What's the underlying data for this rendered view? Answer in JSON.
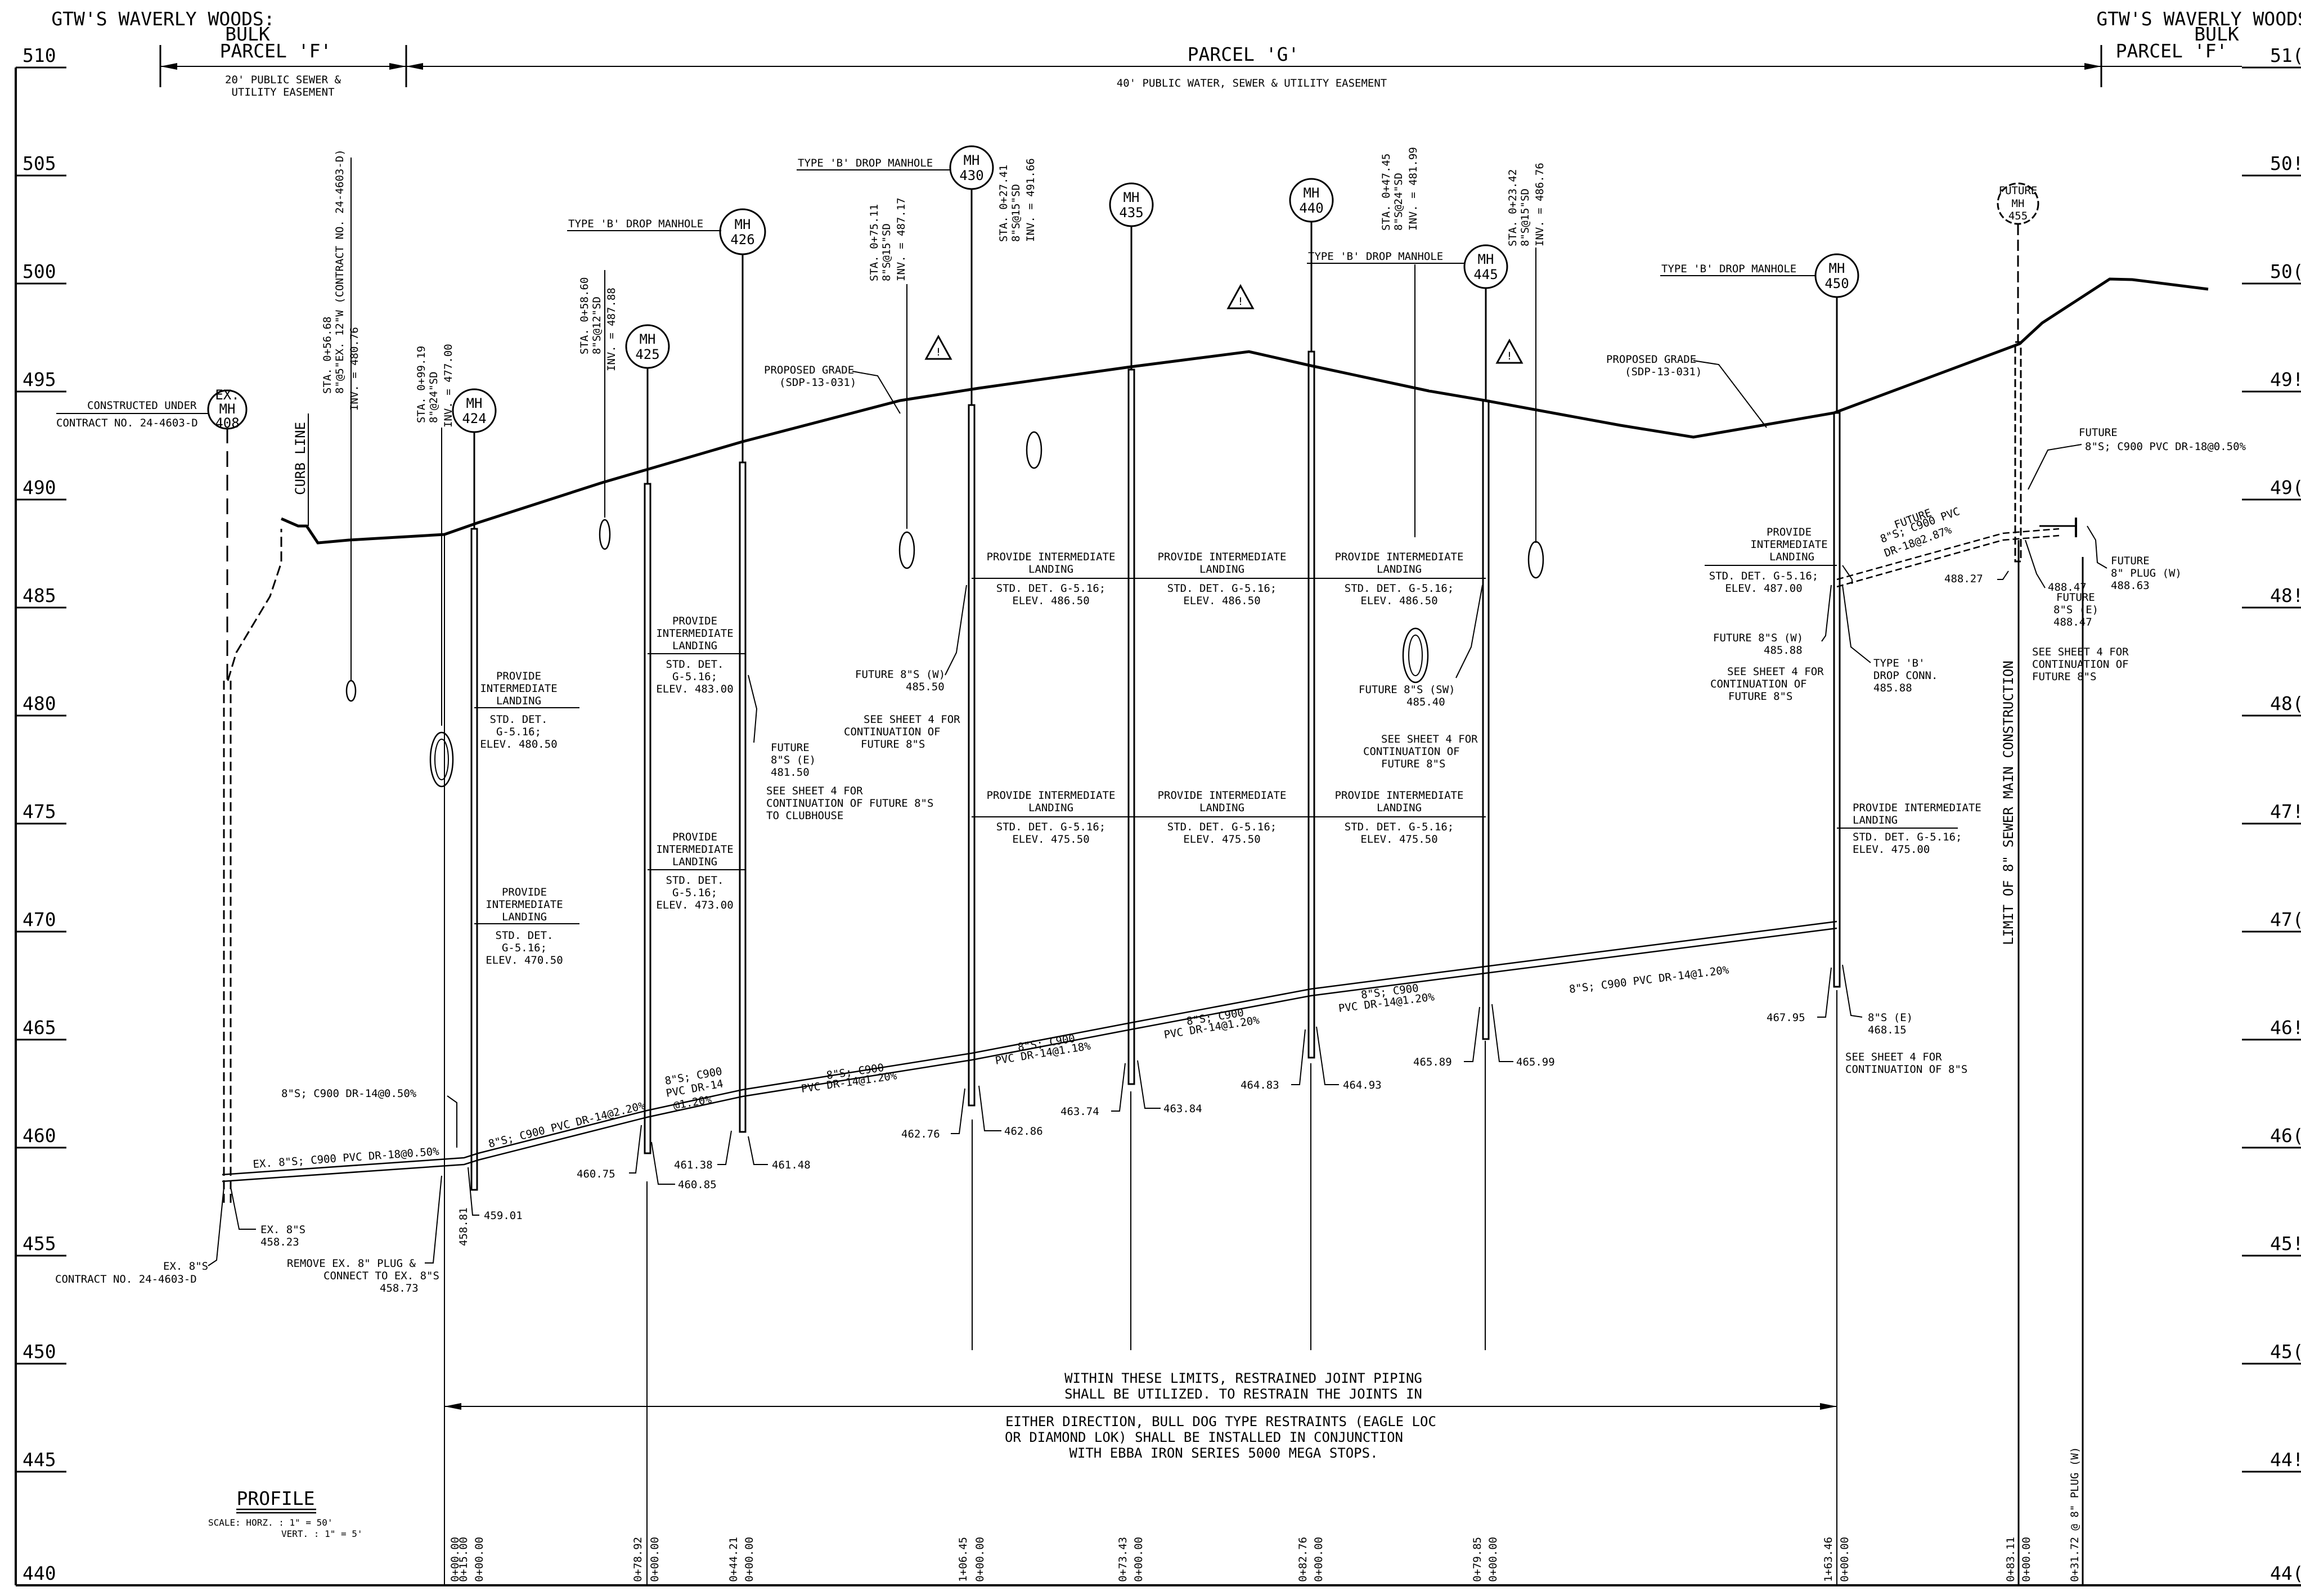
{
  "header": {
    "left_title": [
      "GTW'S WAVERLY WOODS:",
      "BULK",
      "PARCEL 'F'"
    ],
    "center_title": "PARCEL 'G'",
    "right_title": [
      "GTW'S WAVERLY WOODS:",
      "BULK",
      "PARCEL 'F'"
    ],
    "left_easement": [
      "20' PUBLIC SEWER &",
      "UTILITY EASEMENT"
    ],
    "center_easement": "40' PUBLIC WATER, SEWER & UTILITY EASEMENT"
  },
  "elevations": [
    "510",
    "505",
    "500",
    "495",
    "490",
    "485",
    "480",
    "475",
    "470",
    "465",
    "460",
    "455",
    "450",
    "445",
    "440"
  ],
  "right_elevation_labels": [
    "51(",
    "50!",
    "50(",
    "49!",
    "49(",
    "48!",
    "48(",
    "47!",
    "47(",
    "46!",
    "46(",
    "45!",
    "45(",
    "44!",
    "44("
  ],
  "manholes": [
    {
      "id": "ex408",
      "lines": [
        "EX.",
        "MH",
        "408"
      ]
    },
    {
      "id": "424",
      "lines": [
        "MH",
        "424"
      ]
    },
    {
      "id": "425",
      "lines": [
        "MH",
        "425"
      ]
    },
    {
      "id": "426",
      "lines": [
        "MH",
        "426"
      ]
    },
    {
      "id": "430",
      "lines": [
        "MH",
        "430"
      ]
    },
    {
      "id": "435",
      "lines": [
        "MH",
        "435"
      ]
    },
    {
      "id": "440",
      "lines": [
        "MH",
        "440"
      ]
    },
    {
      "id": "445",
      "lines": [
        "MH",
        "445"
      ]
    },
    {
      "id": "450",
      "lines": [
        "MH",
        "450"
      ]
    },
    {
      "id": "455",
      "lines": [
        "FUTURE",
        "MH",
        "455"
      ]
    }
  ],
  "drop_manhole_labels": [
    "TYPE 'B' DROP MANHOLE",
    "TYPE 'B' DROP MANHOLE",
    "TYPE 'B' DROP MANHOLE",
    "TYPE 'B' DROP MANHOLE"
  ],
  "constructed_under": [
    "CONSTRUCTED UNDER",
    "CONTRACT NO. 24-4603-D"
  ],
  "curb_line": "CURB LINE",
  "proposed_grade": [
    [
      "PROPOSED GRADE",
      "(SDP-13-031)"
    ],
    [
      "PROPOSED GRADE",
      "(SDP-13-031)"
    ]
  ],
  "crossings": [
    [
      "STA. 0+56.68",
      "8\"@5\"EX. 12\"W (CONTRACT NO. 24-4603-D)",
      "INV. = 480.76"
    ],
    [
      "STA. 0+99.19",
      "8\"@24\"SD",
      "INV. = 477.00"
    ],
    [
      "STA. 0+58.60",
      "8\"S@12\"SD",
      "INV. = 487.88"
    ],
    [
      "STA. 0+75.11",
      "8\"S@15\"SD",
      "INV. = 487.17"
    ],
    [
      "STA. 0+27.41",
      "8\"S@15\"SD",
      "INV. = 491.66"
    ],
    [
      "STA. 0+47.45",
      "8\"S@24\"SD",
      "INV. = 481.99"
    ],
    [
      "STA. 0+23.42",
      "8\"S@15\"SD",
      "INV. = 486.76"
    ]
  ],
  "landings": [
    [
      "PROVIDE",
      "INTERMEDIATE",
      "LANDING",
      "STD. DET.",
      "G-5.16;",
      "ELEV. 480.50"
    ],
    [
      "PROVIDE",
      "INTERMEDIATE",
      "LANDING",
      "STD. DET.",
      "G-5.16;",
      "ELEV. 470.50"
    ],
    [
      "PROVIDE",
      "INTERMEDIATE",
      "LANDING",
      "STD. DET.",
      "G-5.16;",
      "ELEV. 483.00"
    ],
    [
      "PROVIDE",
      "INTERMEDIATE",
      "LANDING",
      "STD. DET.",
      "G-5.16;",
      "ELEV. 473.00"
    ],
    [
      "PROVIDE INTERMEDIATE",
      "LANDING",
      "STD. DET. G-5.16;",
      "ELEV. 486.50"
    ],
    [
      "PROVIDE INTERMEDIATE",
      "LANDING",
      "STD. DET. G-5.16;",
      "ELEV. 486.50"
    ],
    [
      "PROVIDE INTERMEDIATE",
      "LANDING",
      "STD. DET. G-5.16;",
      "ELEV. 486.50"
    ],
    [
      "PROVIDE INTERMEDIATE",
      "LANDING",
      "STD. DET. G-5.16;",
      "ELEV. 475.50"
    ],
    [
      "PROVIDE INTERMEDIATE",
      "LANDING",
      "STD. DET. G-5.16;",
      "ELEV. 475.50"
    ],
    [
      "PROVIDE INTERMEDIATE",
      "LANDING",
      "STD. DET. G-5.16;",
      "ELEV. 475.50"
    ],
    [
      "PROVIDE",
      "INTERMEDIATE",
      "LANDING",
      "STD. DET. G-5.16;",
      "ELEV. 487.00"
    ],
    [
      "PROVIDE INTERMEDIATE",
      "LANDING",
      "STD. DET. G-5.16;",
      "ELEV. 475.00"
    ]
  ],
  "pipes": [
    "EX. 8\"S; C900 PVC DR-18@0.50%",
    "8\"S; C900 DR-14@0.50%",
    "8\"S; C900 PVC DR-14@2.20%",
    [
      "8\"S; C900",
      "PVC DR-14",
      "@1.20%"
    ],
    [
      "8\"S; C900",
      "PVC DR-14@1.20%"
    ],
    [
      "8\"S; C900",
      "PVC DR-14@1.18%"
    ],
    [
      "8\"S; C900",
      "PVC DR-14@1.20%"
    ],
    [
      "8\"S; C900",
      "PVC DR-14@1.20%"
    ],
    "8\"S; C900 PVC DR-14@1.20%",
    [
      "FUTURE",
      "8\"S; C900 PVC",
      "DR-18@2.87%"
    ],
    [
      "FUTURE",
      "8\"S; C900 PVC DR-18@0.50%"
    ]
  ],
  "inverts": [
    "458.23",
    "458.73",
    "459.01",
    "458.81",
    "460.75",
    "461.38",
    "460.85",
    "461.48",
    "462.76",
    "462.86",
    "463.74",
    "463.84",
    "464.83",
    "464.93",
    "465.89",
    "465.99",
    "467.95",
    "488.27"
  ],
  "notes": {
    "ex_8s": [
      "EX. 8\"S",
      "458.23"
    ],
    "ex_8s_left": [
      "EX. 8\"S",
      "CONTRACT NO. 24-4603-D"
    ],
    "remove_plug": [
      "REMOVE EX. 8\" PLUG &",
      "CONNECT TO EX. 8\"S",
      "458.73"
    ],
    "future_w_430": [
      "FUTURE 8\"S (W)",
      "485.50"
    ],
    "see_sheet_430": [
      "SEE SHEET 4 FOR",
      "CONTINUATION OF",
      "FUTURE 8\"S"
    ],
    "future_e_426": [
      "FUTURE",
      "8\"S (E)",
      "481.50"
    ],
    "see_sheet_426": [
      "SEE SHEET 4 FOR",
      "CONTINUATION OF FUTURE 8\"S",
      "TO CLUBHOUSE"
    ],
    "future_sw_445": [
      "FUTURE 8\"S (SW)",
      "485.40"
    ],
    "see_sheet_445": [
      "SEE SHEET 4 FOR",
      "CONTINUATION OF",
      "FUTURE 8\"S"
    ],
    "future_w_450": [
      "FUTURE 8\"S (W)",
      "485.88"
    ],
    "see_sheet_450": [
      "SEE SHEET 4 FOR",
      "CONTINUATION OF",
      "FUTURE 8\"S"
    ],
    "type_b_conn": [
      "TYPE 'B'",
      "DROP CONN.",
      "485.88"
    ],
    "e_8s_450": [
      "8\"S (E)",
      "468.15"
    ],
    "see_sheet_450b": [
      "SEE SHEET 4 FOR",
      "CONTINUATION OF 8\"S"
    ],
    "future_455": [
      "488.47",
      "FUTURE",
      "8\"S (E)",
      "488.47"
    ],
    "plug_w": [
      "FUTURE",
      "8\" PLUG (W)",
      "488.63"
    ],
    "see_sheet_455": [
      "SEE SHEET 4 FOR",
      "CONTINUATION OF",
      "FUTURE 8\"S"
    ],
    "limit": "LIMIT OF 8\" SEWER MAIN CONSTRUCTION",
    "restrained": [
      "WITHIN THESE LIMITS, RESTRAINED JOINT PIPING",
      "SHALL BE UTILIZED. TO RESTRAIN THE JOINTS IN",
      "EITHER DIRECTION, BULL DOG TYPE RESTRAINTS (EAGLE LOC",
      "OR DIAMOND LOK) SHALL BE INSTALLED IN CONJUNCTION",
      "WITH EBBA IRON SERIES 5000 MEGA STOPS."
    ]
  },
  "stations": [
    [
      "0+00.00",
      "0+15.00"
    ],
    [
      "0+00.00"
    ],
    [
      "0+78.92"
    ],
    [
      "0+00.00"
    ],
    [
      "0+44.21"
    ],
    [
      "0+00.00"
    ],
    [
      "1+06.45"
    ],
    [
      "0+00.00"
    ],
    [
      "0+73.43"
    ],
    [
      "0+00.00"
    ],
    [
      "0+82.76"
    ],
    [
      "0+00.00"
    ],
    [
      "0+79.85"
    ],
    [
      "0+00.00"
    ],
    [
      "1+63.46"
    ],
    [
      "0+00.00"
    ],
    [
      "0+83.11"
    ],
    [
      "0+00.00"
    ],
    [
      "0+31.72 @ 8\" PLUG (W)"
    ]
  ],
  "profile": {
    "title": "PROFILE",
    "scale": [
      "SCALE: HORZ. : 1\" = 50'",
      "VERT. : 1\" = 5'"
    ]
  }
}
